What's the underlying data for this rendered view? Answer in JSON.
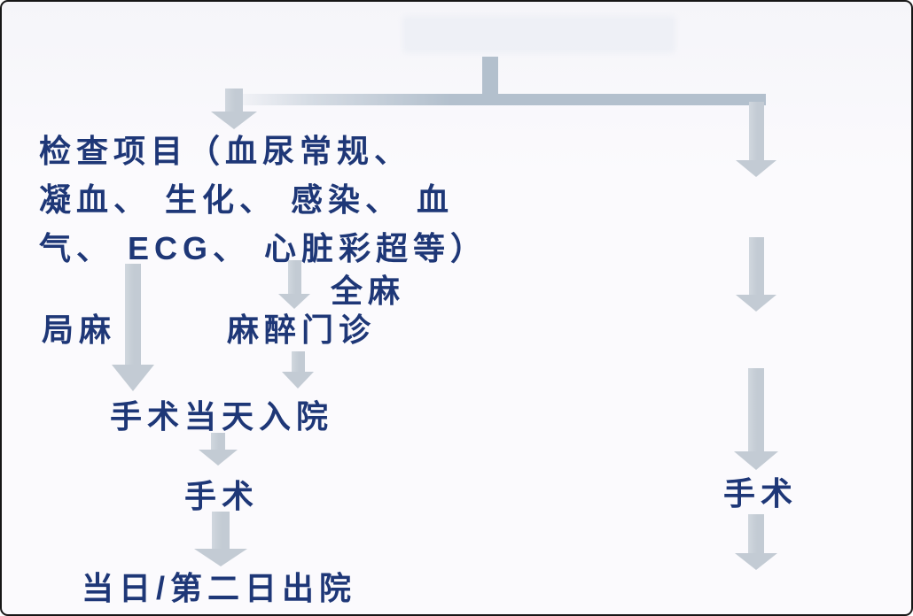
{
  "colors": {
    "text_color": "#1e3777",
    "connector_color": "#b3c0cd",
    "arrow_color": "#c3cbd4",
    "background_color": "#fbfafd",
    "border_color": "#161616"
  },
  "flowchart": {
    "exam_block": {
      "lines": [
        "检查项目（血尿常规、",
        "凝血、 生化、 感染、 血",
        "气、 ECG、 心脏彩超等）"
      ]
    },
    "labels": {
      "local_anesthesia": "局麻",
      "general_anesthesia": "全麻",
      "anesthesia_clinic": "麻醉门诊",
      "admission_day_of_surgery": "手术当天入院",
      "surgery_left": "手术",
      "discharge": "当日/第二日出院",
      "surgery_right": "手术"
    }
  }
}
